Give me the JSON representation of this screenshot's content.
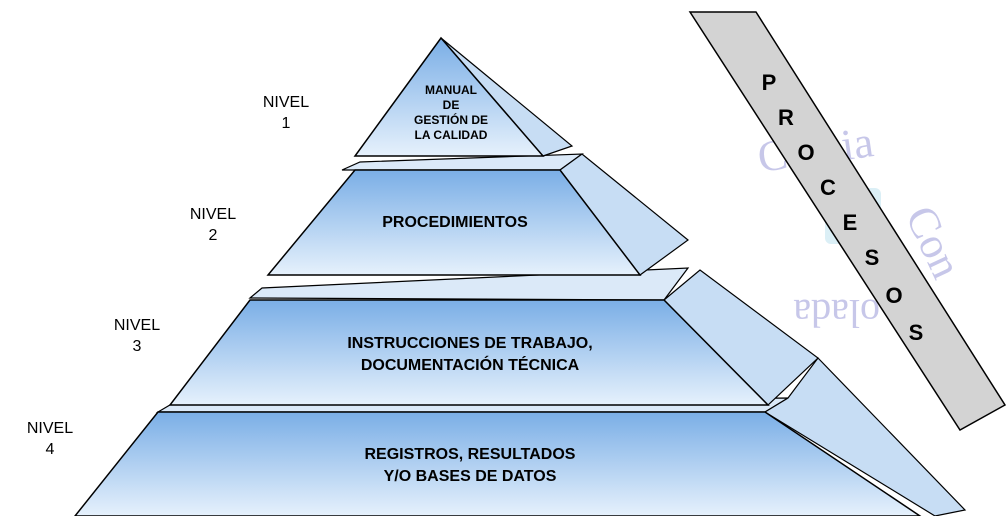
{
  "colors": {
    "tier_top": "#7aaee6",
    "tier_bottom": "#e6f1fc",
    "side_face": "#c7ddf4",
    "ledge": "#dbe9f8",
    "band": "#d3d3d3",
    "outline": "#000000",
    "watermark": "#9a9ad8"
  },
  "levels": [
    {
      "word": "NIVEL",
      "number": "1"
    },
    {
      "word": "NIVEL",
      "number": "2"
    },
    {
      "word": "NIVEL",
      "number": "3"
    },
    {
      "word": "NIVEL",
      "number": "4"
    }
  ],
  "tiers": [
    {
      "lines": [
        "MANUAL",
        "DE",
        "GESTIÓN DE",
        "LA CALIDAD"
      ]
    },
    {
      "lines": [
        "PROCEDIMIENTOS"
      ]
    },
    {
      "lines": [
        "INSTRUCCIONES DE TRABAJO,",
        "DOCUMENTACIÓN TÉCNICA"
      ]
    },
    {
      "lines": [
        "REGISTROS, RESULTADOS",
        "Y/O BASES DE DATOS"
      ]
    }
  ],
  "procesos": [
    "P",
    "R",
    "O",
    "C",
    "E",
    "S",
    "O",
    "S"
  ],
  "watermark": {
    "line1": "Copia",
    "line2": "Controlada"
  }
}
